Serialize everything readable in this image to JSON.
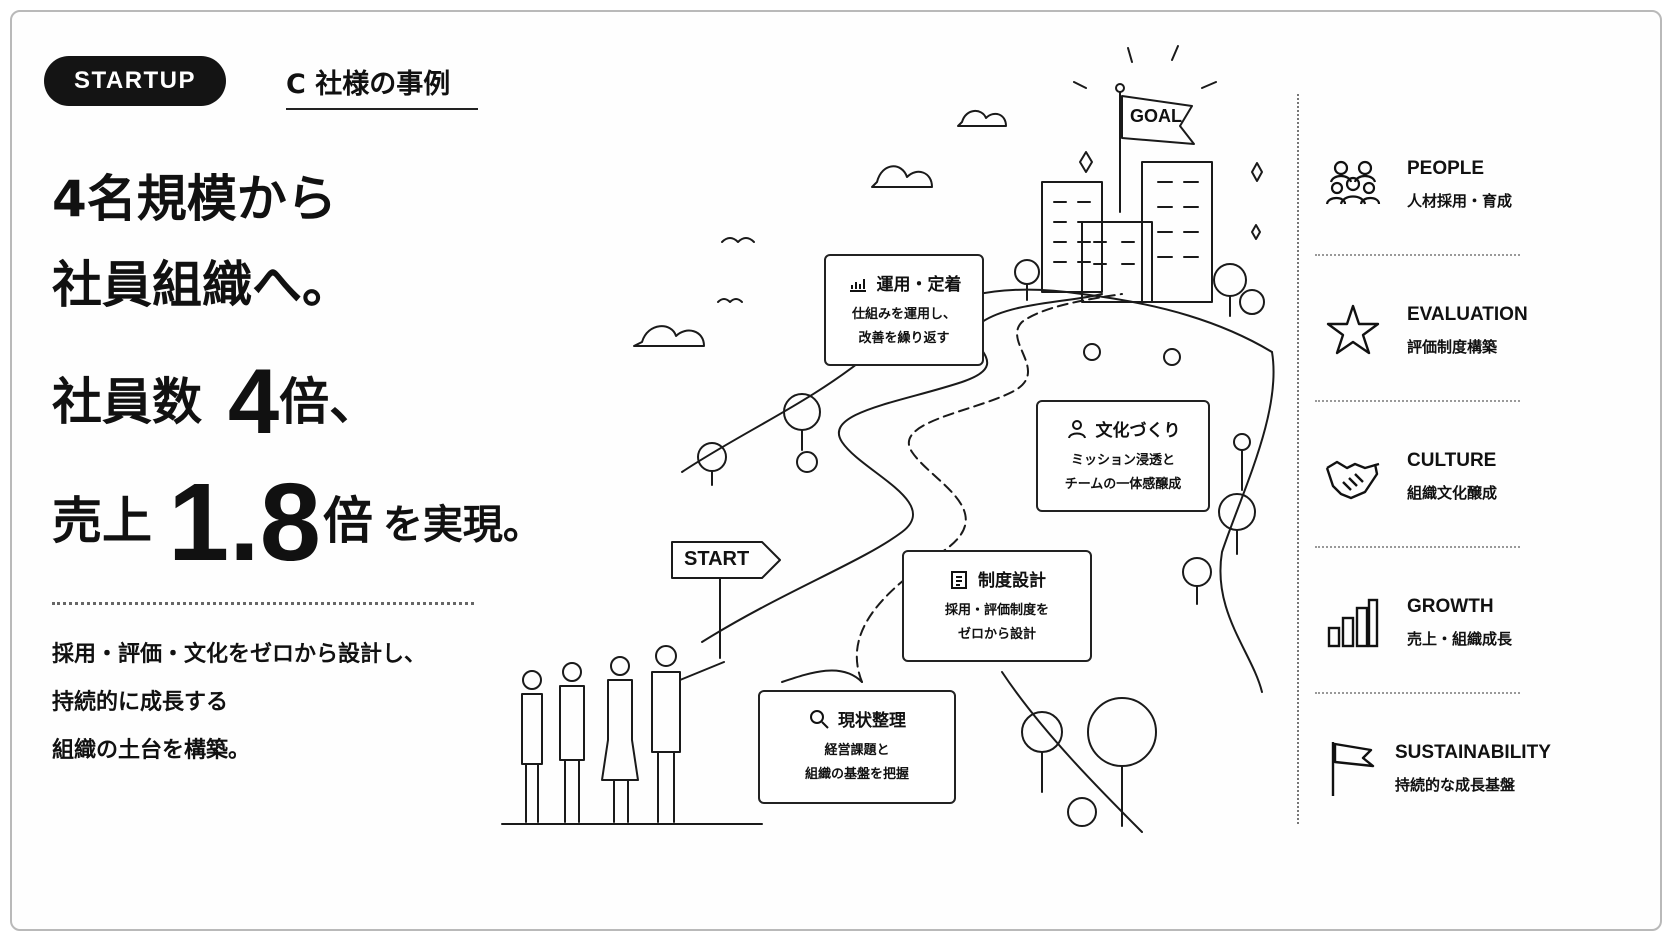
{
  "badge": "STARTUP",
  "case_title": "C 社様の事例",
  "headline": {
    "line1": "4名規模から",
    "line2": "社員組織へ。",
    "line3_prefix": "社員数",
    "line3_big": "4",
    "line3_suffix": "倍、",
    "line4_prefix": "売上",
    "line4_big": "1.8",
    "line4_suffix": "倍",
    "line4_tail": "を実現。"
  },
  "description": {
    "line1": "採用・評価・文化をゼロから設計し、",
    "line2": "持続的に成長する",
    "line3": "組織の土台を構築。"
  },
  "illustration": {
    "goal_label": "GOAL",
    "start_label": "START",
    "signs": [
      {
        "title": "運用・定着",
        "desc1": "仕組みを運用し、",
        "desc2": "改善を繰り返す",
        "icon": "chart-icon"
      },
      {
        "title": "文化づくり",
        "desc1": "ミッション浸透と",
        "desc2": "チームの一体感醸成",
        "icon": "person-icon"
      },
      {
        "title": "制度設計",
        "desc1": "採用・評価制度を",
        "desc2": "ゼロから設計",
        "icon": "clipboard-icon"
      },
      {
        "title": "現状整理",
        "desc1": "経営課題と",
        "desc2": "組織の基盤を把握",
        "icon": "magnifier-icon"
      }
    ]
  },
  "features": [
    {
      "title": "PEOPLE",
      "sub": "人材採用・育成",
      "icon": "people-icon"
    },
    {
      "title": "EVALUATION",
      "sub": "評価制度構築",
      "icon": "star-icon"
    },
    {
      "title": "CULTURE",
      "sub": "組織文化醸成",
      "icon": "handshake-icon"
    },
    {
      "title": "GROWTH",
      "sub": "売上・組織成長",
      "icon": "bar-chart-icon"
    },
    {
      "title": "SUSTAINABILITY",
      "sub": "持続的な成長基盤",
      "icon": "flag-icon"
    }
  ]
}
